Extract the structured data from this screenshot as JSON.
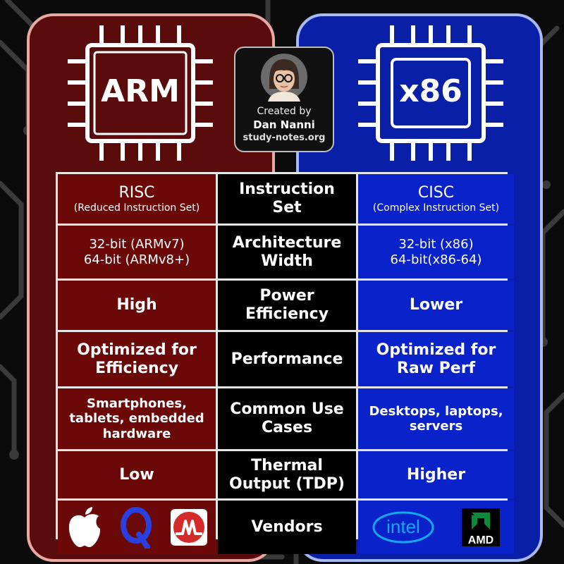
{
  "left": {
    "chip_label": "ARM",
    "accent": "#6b0909"
  },
  "right": {
    "chip_label": "x86",
    "accent": "#0a22c9"
  },
  "credit": {
    "line1": "Created by",
    "line2": "Dan Nanni",
    "line3": "study-notes.org"
  },
  "rows": [
    {
      "arm": [
        "RISC",
        "(Reduced Instruction Set)"
      ],
      "label": [
        "Instruction",
        "Set"
      ],
      "x86": [
        "CISC",
        "(Complex Instruction Set)"
      ]
    },
    {
      "arm": [
        "32-bit (ARMv7)",
        "64-bit (ARMv8+)"
      ],
      "label": [
        "Architecture",
        "Width"
      ],
      "x86": [
        "32-bit (x86)",
        "64-bit(x86-64)"
      ]
    },
    {
      "arm": [
        "High"
      ],
      "label": [
        "Power",
        "Efficiency"
      ],
      "x86": [
        "Lower"
      ]
    },
    {
      "arm": [
        "Optimized for",
        "Efficiency"
      ],
      "label": [
        "Performance"
      ],
      "x86": [
        "Optimized for",
        "Raw Perf"
      ]
    },
    {
      "arm": [
        "Smartphones,",
        "tablets, embedded",
        "hardware"
      ],
      "label": [
        "Common Use",
        "Cases"
      ],
      "x86": [
        "Desktops, laptops,",
        "servers"
      ]
    },
    {
      "arm": [
        "Low"
      ],
      "label": [
        "Thermal",
        "Output (TDP)"
      ],
      "x86": [
        "Higher"
      ]
    }
  ],
  "vendors": {
    "label": "Vendors",
    "arm_logos": [
      "apple-logo",
      "qualcomm-logo",
      "broadcom-logo"
    ],
    "x86_logos": [
      {
        "icon": "intel-logo",
        "text": "intel"
      },
      {
        "icon": "amd-logo",
        "text": "AMD"
      }
    ]
  }
}
